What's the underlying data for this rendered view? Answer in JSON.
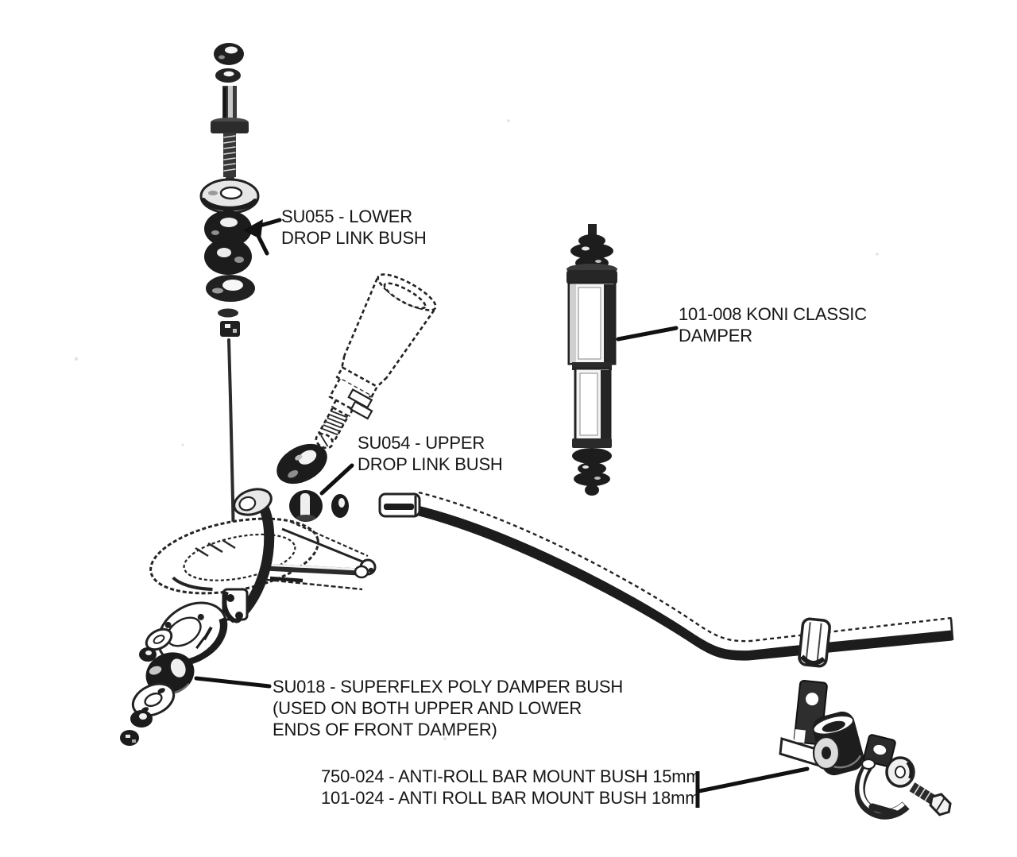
{
  "canvas": {
    "background": "#ffffff",
    "ink": "#1b1b1b"
  },
  "labels": {
    "su055": {
      "lines": [
        "SU055 - LOWER",
        "DROP LINK BUSH"
      ]
    },
    "koni": {
      "lines": [
        "101-008 KONI CLASSIC",
        "DAMPER"
      ]
    },
    "su054": {
      "lines": [
        "SU054 - UPPER",
        "DROP LINK BUSH"
      ]
    },
    "su018": {
      "lines": [
        "SU018 - SUPERFLEX POLY DAMPER BUSH",
        "(USED ON BOTH UPPER AND LOWER",
        "ENDS OF FRONT DAMPER)"
      ]
    },
    "arb_mount": {
      "lines": [
        "750-024 - ANTI-ROLL BAR MOUNT BUSH 15mm",
        "101-024 - ANTI ROLL BAR MOUNT BUSH 18mm"
      ]
    }
  },
  "parts": [
    "drop-link-fixings-stack",
    "lower-drop-link-bushes",
    "front-damper-outline",
    "upper-drop-link-bush",
    "koni-classic-damper",
    "lower-suspension-arm",
    "anti-roll-bar",
    "anti-roll-bar-clamp",
    "damper-bush-stack",
    "anti-roll-bar-mount-assembly"
  ]
}
